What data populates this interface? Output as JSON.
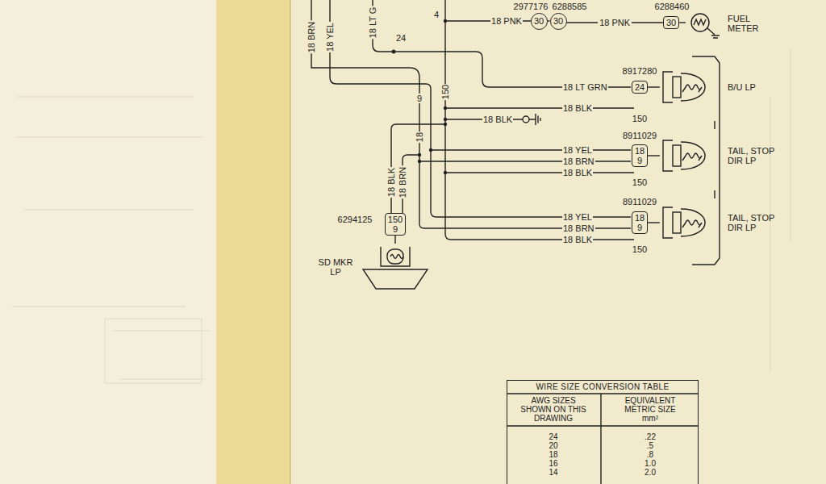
{
  "diagram": {
    "nodes": [
      {
        "text": [
          "30"
        ]
      },
      {
        "text": [
          "30"
        ]
      },
      {
        "text": [
          "30"
        ]
      },
      {
        "text": [
          "FUEL METER"
        ]
      },
      {
        "text": [
          "24"
        ]
      },
      {
        "text": [
          "B/U LP"
        ]
      },
      {
        "text": [
          "18",
          "9"
        ]
      },
      {
        "text": [
          "TAIL, STOP DIR LP"
        ]
      },
      {
        "text": [
          "18",
          "9"
        ]
      },
      {
        "text": [
          "TAIL, STOP DIR LP"
        ]
      },
      {
        "text": [
          "150",
          "9"
        ]
      },
      {
        "text": [
          "SD MKR LP"
        ]
      },
      {
        "text": [
          "WIRE SIZE CONVERSION TABLE"
        ]
      }
    ],
    "edges": [
      {
        "from": 0,
        "to": 1,
        "arrow": "none"
      },
      {
        "from": 1,
        "to": 2,
        "label": "18 PNK",
        "arrow": "none"
      },
      {
        "from": 2,
        "to": 3,
        "arrow": "none"
      },
      {
        "from": 4,
        "to": 5,
        "arrow": "none"
      },
      {
        "from": 6,
        "to": 7,
        "arrow": "none"
      },
      {
        "from": 8,
        "to": 9,
        "arrow": "none"
      },
      {
        "from": 10,
        "to": 11,
        "arrow": "none"
      }
    ],
    "labels": [
      "18 BRN",
      "18 YEL",
      "18 LT G",
      "24",
      "4",
      "18 PNK",
      "2977176",
      "6288585",
      "6288460",
      "8917280",
      "18 LT GRN",
      "18 BLK",
      "150",
      "9",
      "150",
      "18 BLK",
      "18",
      "8911029",
      "18 YEL",
      "18 BRN",
      "18 BLK",
      "150",
      "8911029",
      "18 YEL",
      "18 BRN",
      "18 BLK",
      "150",
      "18 BLK",
      "18 BRN",
      "6294125",
      "AWG SIZES SHOWN ON THIS DRAWING",
      "EQUIVALENT METRIC SIZE mm²",
      "24",
      ".22",
      "20",
      ".5",
      "18",
      ".8",
      "16",
      "1.0",
      "14",
      "2.0"
    ]
  }
}
